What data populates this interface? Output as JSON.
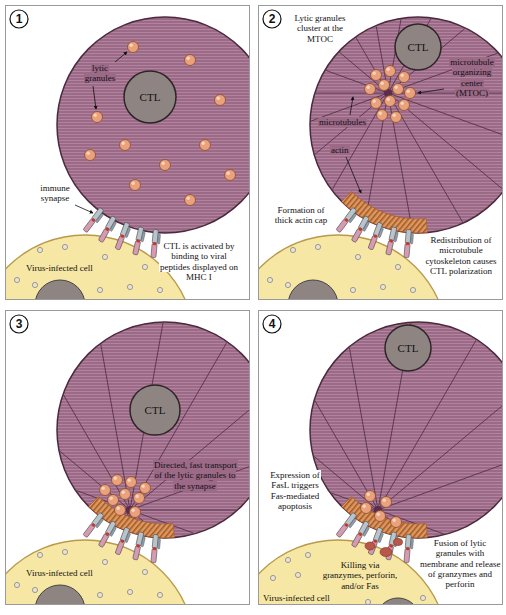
{
  "diagram": {
    "nodes": [
      {
        "text": [
          "1"
        ]
      },
      {
        "text": [
          "CTL"
        ]
      },
      {
        "text": [
          "2"
        ]
      },
      {
        "text": [
          "CTL"
        ]
      },
      {
        "text": [
          "3"
        ]
      },
      {
        "text": [
          "CTL"
        ]
      },
      {
        "text": [
          "4"
        ]
      },
      {
        "text": [
          "CTL"
        ]
      }
    ],
    "labels": [
      "lytic granules",
      "immune synapse",
      "CTL is activated by binding to viral peptides displayed on MHC I",
      "Virus-infected cell",
      "Lytic granules cluster at the MTOC",
      "microtubules",
      "microtubule organizing center (MTOC)",
      "actin",
      "Formation of thick actin cap",
      "Redistribution of microtubule cytoskeleton causes CTL polarization",
      "Directed, fast transport of the lytic granules to the synapse",
      "Virus-infected cell",
      "Expression of FasL triggers Fas-mediated apoptosis",
      "Killing via granzymes, perforin, and/or Fas",
      "Fusion of lytic granules with membrane and release of granzymes and perforin",
      "Virus-infected cell"
    ]
  }
}
